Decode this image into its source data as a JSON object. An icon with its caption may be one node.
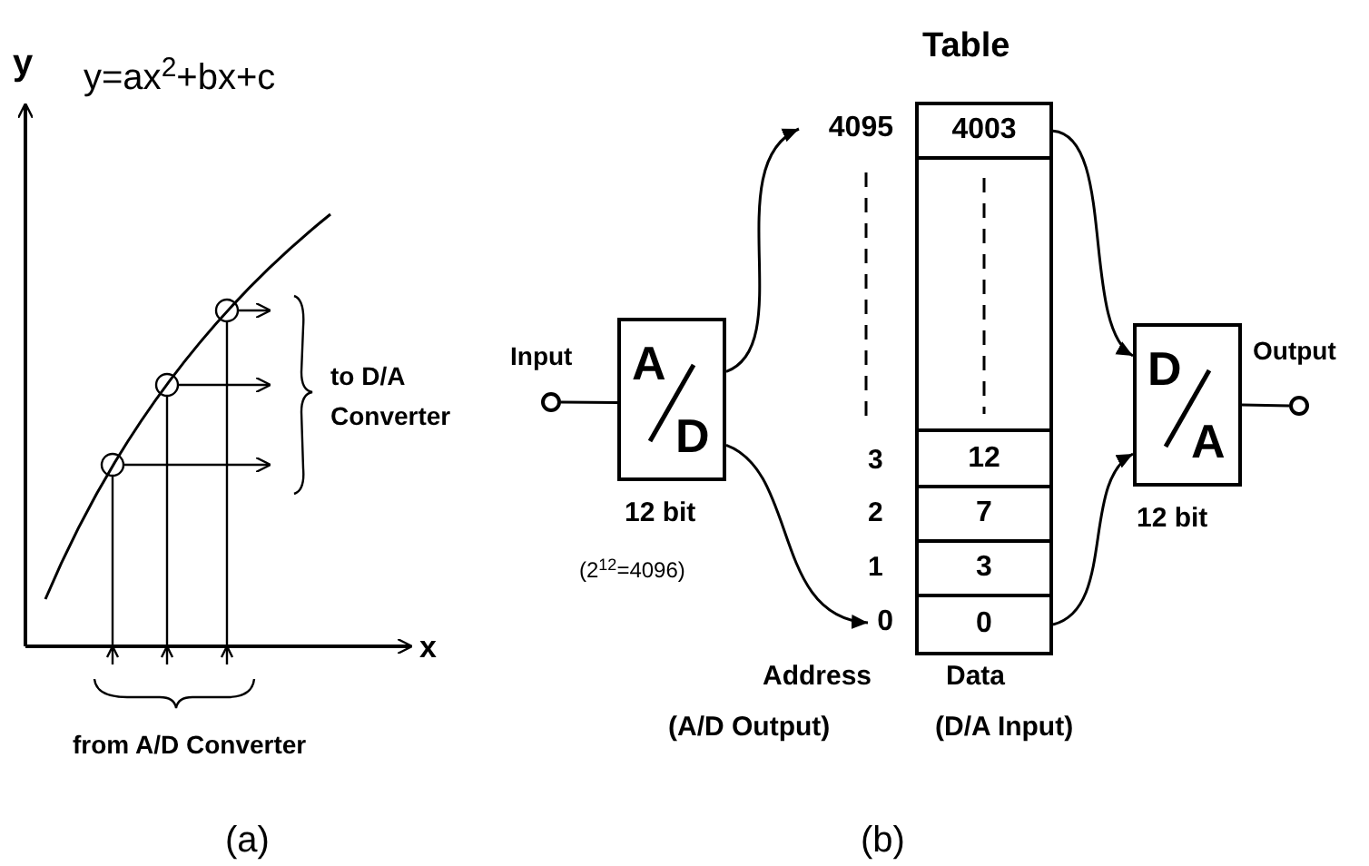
{
  "diagram": {
    "nodes": [
      {
        "text": [],
        "shape": "circle"
      },
      {
        "text": [
          "A",
          "D"
        ],
        "beside": [
          "12 bit",
          "(2$^{12}$=4096)"
        ]
      },
      {
        "text": [
          "Table"
        ]
      },
      {
        "text": [
          "4003"
        ],
        "in": 2
      },
      {
        "text": [],
        "shape": "box",
        "in": 2
      },
      {
        "text": [
          "12"
        ],
        "in": 2
      },
      {
        "text": [
          "7"
        ],
        "in": 2
      },
      {
        "text": [
          "3"
        ],
        "in": 2
      },
      {
        "text": [
          "0"
        ],
        "in": 2
      },
      {
        "text": [
          "4095"
        ]
      },
      {
        "text": [
          "0"
        ]
      },
      {
        "text": [
          "D",
          "A"
        ],
        "beside": [
          "12 bit"
        ]
      },
      {
        "text": [],
        "shape": "circle"
      }
    ],
    "edges": [
      {
        "from": 0,
        "to": 1,
        "arrow": "none"
      },
      {
        "from": 1,
        "to": 9,
        "arrow": "to"
      },
      {
        "from": 1,
        "to": 10,
        "arrow": "to"
      },
      {
        "from": 3,
        "to": 11,
        "arrow": "to"
      },
      {
        "from": 8,
        "to": 11,
        "arrow": "to"
      },
      {
        "from": 11,
        "to": 12,
        "arrow": "none"
      }
    ],
    "labels": [
      "y",
      "y=ax$^{2}$+bx+c",
      "to D/A Converter",
      "x",
      "from A/D Converter",
      "(a)",
      "Input",
      "Output",
      "3",
      "2",
      "1",
      "Address",
      "(A/D Output)",
      "Data",
      "(D/A Input)",
      "(b)"
    ]
  }
}
